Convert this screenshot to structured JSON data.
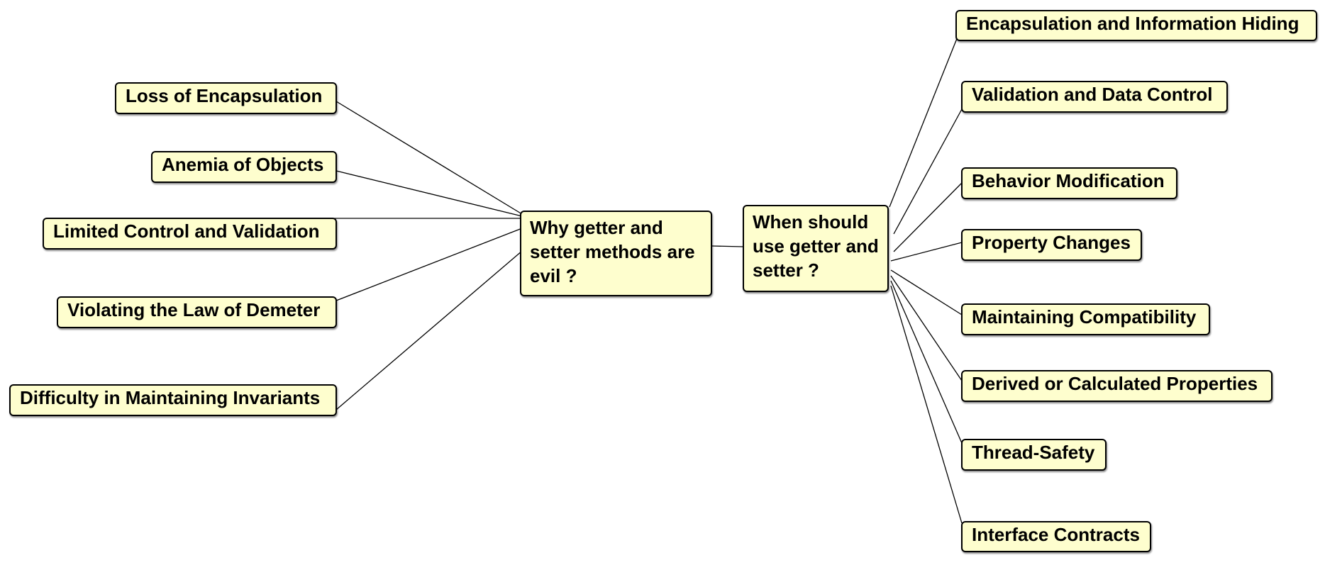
{
  "mindmap": {
    "center_left": "Why getter and setter methods are evil ?",
    "center_right": "When should use getter and setter ?",
    "left_branches": [
      "Loss of Encapsulation",
      "Anemia of Objects",
      "Limited Control and Validation",
      "Violating the Law of Demeter",
      "Difficulty in Maintaining Invariants"
    ],
    "right_branches": [
      "Encapsulation and Information Hiding",
      "Validation and Data Control",
      "Behavior Modification",
      "Property Changes",
      "Maintaining Compatibility",
      "Derived or Calculated Properties",
      "Thread-Safety",
      "Interface Contracts"
    ]
  },
  "colors": {
    "node_fill": "#fefece",
    "node_border": "#000000",
    "edge": "#000000"
  }
}
